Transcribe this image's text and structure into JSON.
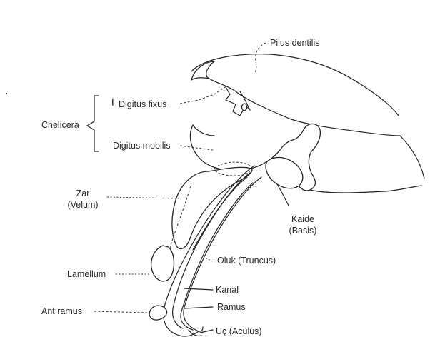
{
  "labels": {
    "pilus_dentilis": "Pilus dentilis",
    "digitus_fixus": "Digitus fixus",
    "chelicera": "Chelicera",
    "digitus_mobilis": "Digitus mobilis",
    "zar_line1": "Zar",
    "zar_line2": "(Velum)",
    "kaide_line1": "Kaide",
    "kaide_line2": "(Basis)",
    "oluk": "Oluk (Truncus)",
    "lamellum": "Lamellum",
    "kanal": "Kanal",
    "ramus": "Ramus",
    "antiramus": "Antıramus",
    "uc": "Uç (Aculus)"
  },
  "bracket_mark": "I"
}
